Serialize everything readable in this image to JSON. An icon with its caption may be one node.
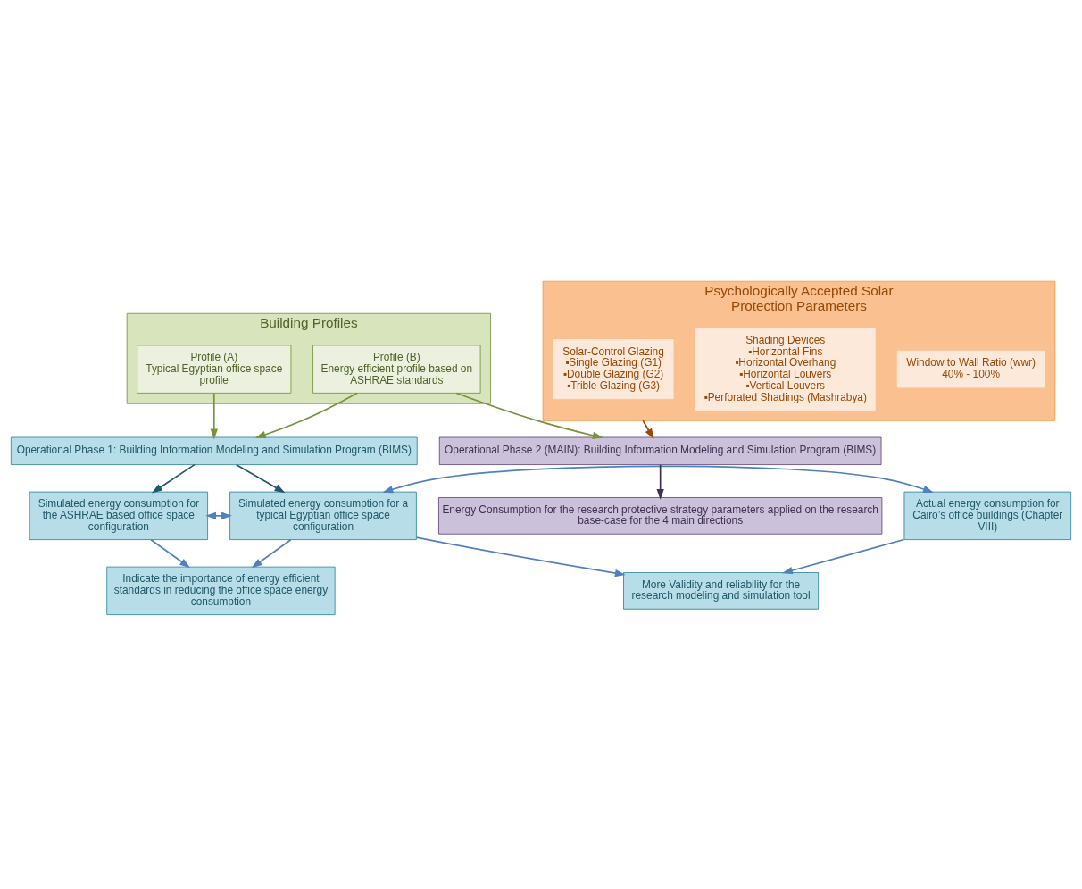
{
  "diagram": {
    "nodes": [
      {
        "text": [
          "Building Profiles"
        ]
      },
      {
        "text": [
          "Profile (A)",
          "Typical Egyptian office space profile"
        ],
        "in": 0
      },
      {
        "text": [
          "Profile (B)",
          "Energy efficient profile based on ASHRAE standards"
        ],
        "in": 0
      },
      {
        "text": [
          "Operational Phase 1: Building Information Modeling and Simulation Program (BIMS)"
        ]
      },
      {
        "text": [
          "Actual energy consumption for Cairo’s office buildings (Chapter VIII)"
        ]
      },
      {
        "text": [
          "Simulated energy consumption for a typical Egyptian office space configuration"
        ]
      },
      {
        "text": [
          "Simulated energy consumption for the ASHRAE based office space configuration"
        ]
      },
      {
        "text": [
          "More Validity and reliability for the research modeling and simulation tool"
        ]
      },
      {
        "text": [
          "Indicate the importance of energy efficient standards in reducing the office space energy consumption"
        ]
      },
      {
        "text": [
          "Operational Phase 2 (MAIN): Building Information Modeling and Simulation Program (BIMS)"
        ]
      },
      {
        "text": [
          "Energy Consumption for the research protective strategy parameters applied on the research base-case for the 4 main directions"
        ]
      },
      {
        "text": [
          "Psychologically Accepted Solar Protection Parameters"
        ]
      },
      {
        "text": [
          "Window to Wall Ratio (wwr)",
          "40% - 100%"
        ],
        "in": 11
      },
      {
        "text": [
          "Shading Devices",
          "▪Horizontal Fins",
          "▪Horizontal Overhang",
          "▪Horizontal Louvers",
          "▪Vertical Louvers",
          "▪Perforated Shadings (Mashrabya)"
        ],
        "in": 11
      },
      {
        "text": [
          "Solar-Control Glazing",
          "▪Single Glazing (G1)",
          "▪Double Glazing (G2)",
          "▪Trible Glazing (G3)"
        ],
        "in": 11
      }
    ],
    "edges": [
      {
        "from": 1,
        "to": 3,
        "arrow": "to",
        "color": "#77933c"
      },
      {
        "from": 2,
        "to": 3,
        "arrow": "to",
        "color": "#77933c"
      },
      {
        "from": 3,
        "to": 5,
        "arrow": "to",
        "color": "#215968"
      },
      {
        "from": 3,
        "to": 6,
        "arrow": "to",
        "color": "#215968"
      },
      {
        "from": 4,
        "to": 5,
        "arrow": "both",
        "color": "#4f81bd"
      },
      {
        "from": 4,
        "to": 7,
        "arrow": "to",
        "color": "#4f81bd"
      },
      {
        "from": 5,
        "to": 7,
        "arrow": "to",
        "color": "#4f81bd"
      },
      {
        "from": 5,
        "to": 6,
        "arrow": "both",
        "color": "#4f81bd"
      },
      {
        "from": 5,
        "to": 8,
        "arrow": "to",
        "color": "#4f81bd"
      },
      {
        "from": 6,
        "to": 8,
        "arrow": "to",
        "color": "#4f81bd"
      },
      {
        "from": 2,
        "to": 9,
        "arrow": "to",
        "color": "#77933c"
      },
      {
        "from": 9,
        "to": 10,
        "arrow": "to",
        "color": "#403152"
      },
      {
        "from": 11,
        "to": 9,
        "arrow": "to",
        "color": "#984807"
      }
    ]
  }
}
